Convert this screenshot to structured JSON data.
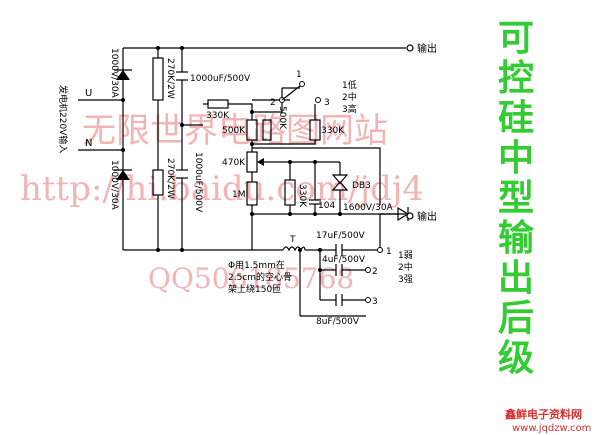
{
  "title_chars": [
    "可",
    "控",
    "硅",
    "中",
    "型",
    "输",
    "出",
    "后",
    "级"
  ],
  "labels": {
    "out_top": "输出",
    "out_mid": "输出",
    "u": "U",
    "n": "N",
    "ac_input": "发电机220V输入",
    "diode_top": "1000V/30A",
    "diode_bottom": "1000V/30A",
    "res_270k_top": "270K/2W",
    "res_270k_bottom": "270K/2W",
    "cap_top": "1000uF/500V",
    "cap_bottom": "1000uF/500V",
    "r330k_a": "330K",
    "r500k_a": "500K",
    "r500k_b": "500K",
    "r330k_b": "330K",
    "pot_470k": "470K",
    "r1m": "1M",
    "r330k_c": "330K",
    "cap104": "104",
    "db3": "DB3",
    "scr": "1600V/30A",
    "t": "T",
    "coil1": "Φ用1.5mm在",
    "coil2": "2.5cm的空心骨",
    "coil3": "架上绕150匝",
    "c17": "17uF/500V",
    "c4": "4uF/500V",
    "c8": "8uF/500V",
    "sw_top_1": "1",
    "sw_top_2": "2",
    "sw_top_3": "3",
    "speed1": "1低",
    "speed2": "2中",
    "speed3": "3高",
    "sw_bot_1": "1",
    "sw_bot_2": "2",
    "sw_bot_3": "3",
    "str1": "1弱",
    "str2": "2中",
    "str3": "3强"
  },
  "watermark": {
    "line1": "无限世界电路图网站",
    "line2": "http://hi.baidu.com/jdj4",
    "line3": "QQ506185768"
  },
  "logo": {
    "name": "鑫鲜电子资料网",
    "url": "www.jqdzw.com"
  }
}
